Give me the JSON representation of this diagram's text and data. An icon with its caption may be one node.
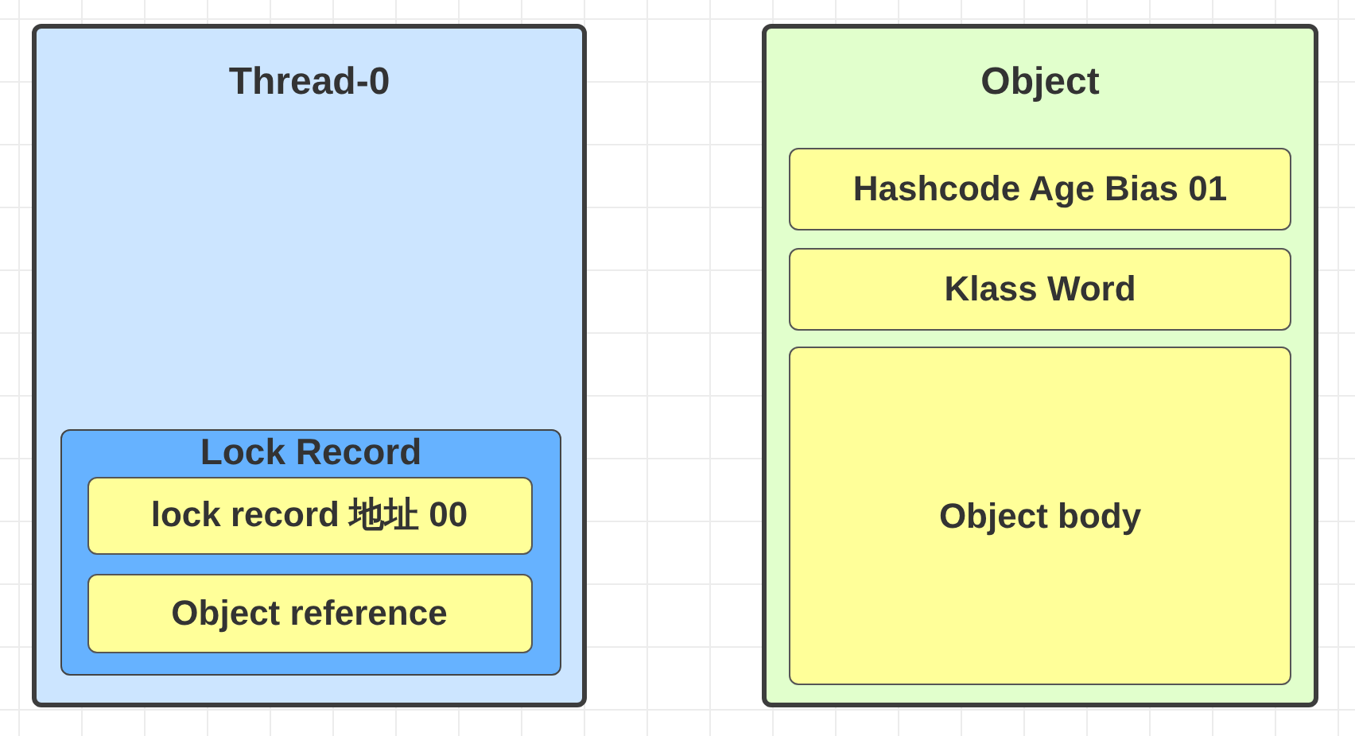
{
  "diagram": {
    "nodes": [
      {
        "text": [
          "Thread-0"
        ]
      },
      {
        "text": [
          "Lock Record"
        ],
        "in": 0
      },
      {
        "text": [
          "lock record 地址 00"
        ],
        "in": 1
      },
      {
        "text": [
          "Object reference"
        ],
        "in": 1
      },
      {
        "text": [
          "Object"
        ]
      },
      {
        "text": [
          "Hashcode Age Bias 01"
        ],
        "in": 4
      },
      {
        "text": [
          "Klass Word"
        ],
        "in": 4
      },
      {
        "text": [
          "Object body"
        ],
        "in": 4
      }
    ]
  }
}
